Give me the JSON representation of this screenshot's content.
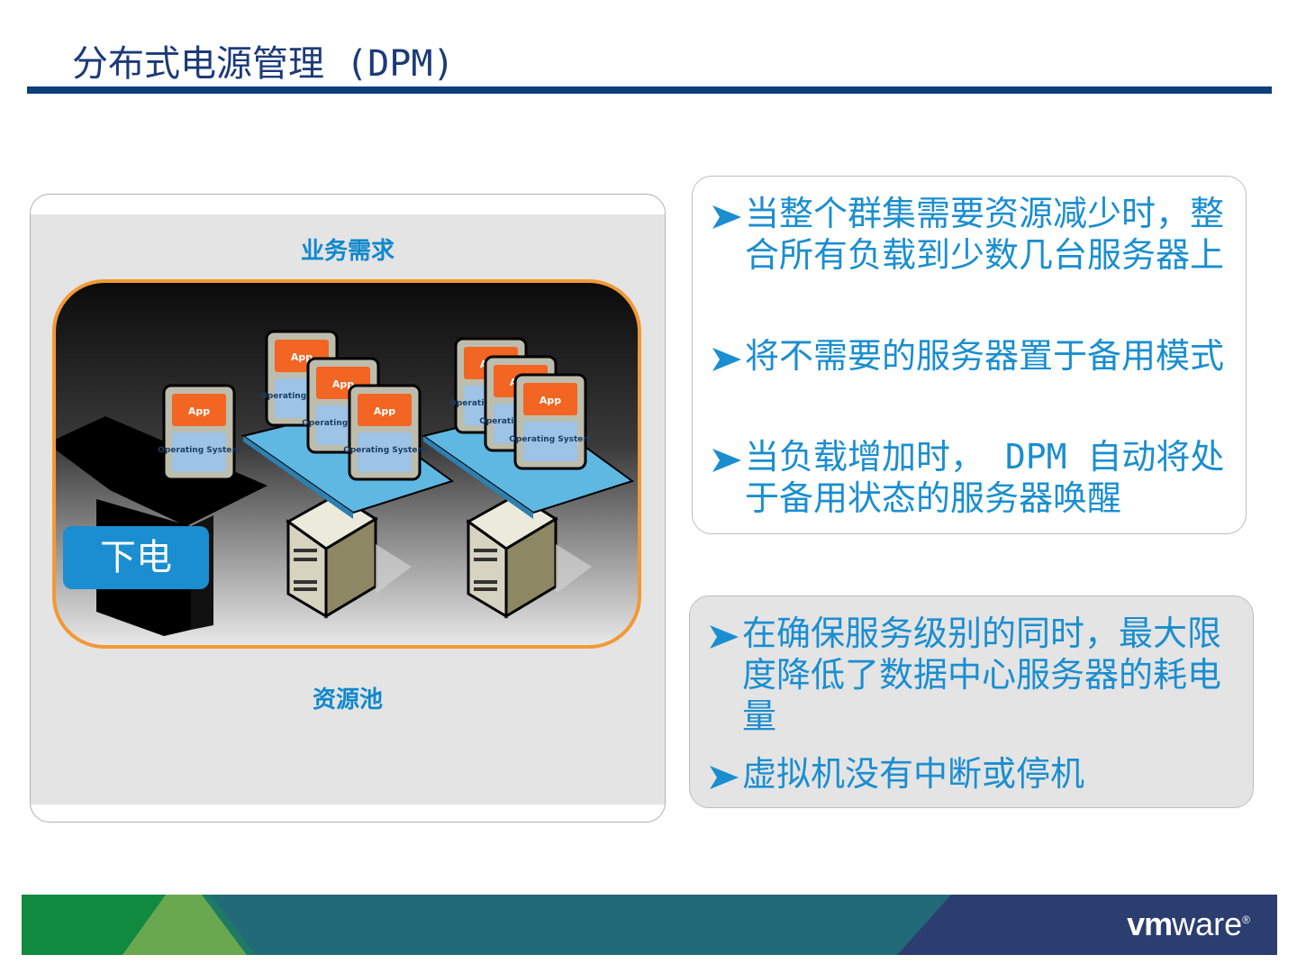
{
  "slide": {
    "title": "分布式电源管理 (DPM)",
    "diagram": {
      "label_top": "业务需求",
      "label_bottom": "资源池",
      "power_button": "下电",
      "vm_app_label": "App",
      "vm_os_label": "Operating System"
    },
    "box1": {
      "bullets": [
        "当整个群集需要资源减少时，整合所有负载到少数几台服务器上",
        "将不需要的服务器置于备用模式",
        "当负载增加时， DPM 自动将处于备用状态的服务器唤醒"
      ]
    },
    "box2": {
      "bullets": [
        "在确保服务级别的同时，最大限度降低了数据中心服务器的耗电量",
        "虚拟机没有中断或停机"
      ]
    }
  },
  "footer": {
    "logo_bold": "vm",
    "logo_light": "ware",
    "logo_mark": "®"
  },
  "colors": {
    "title": "#1d3a78",
    "accent_blue": "#1a8ed0",
    "pool_border": "#f29935",
    "app_orange": "#f26522",
    "footer_green": "#108a3f",
    "footer_teal": "#236a78",
    "footer_navy": "#2c3e70"
  }
}
